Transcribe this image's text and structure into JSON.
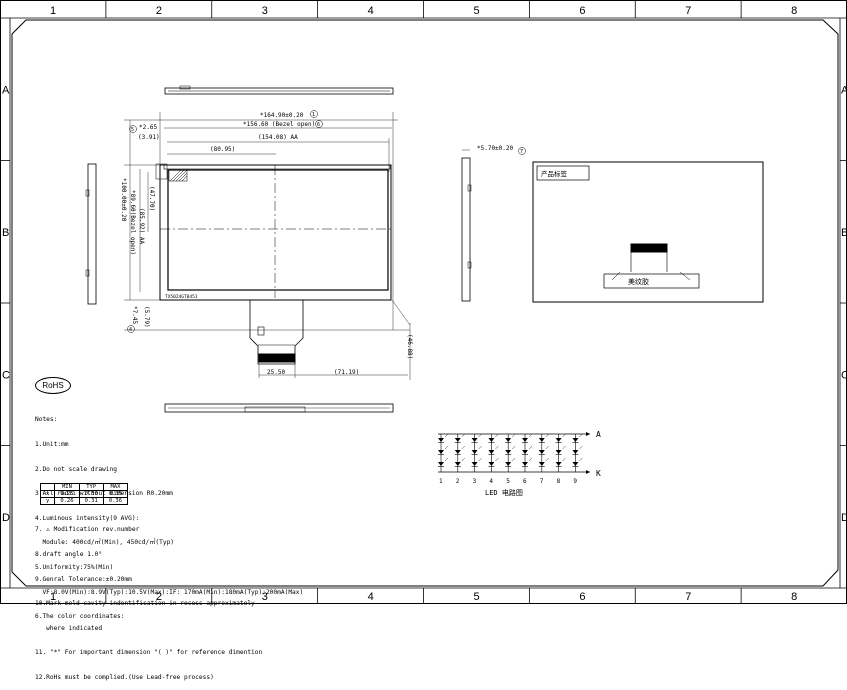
{
  "frame": {
    "columns": [
      "1",
      "2",
      "3",
      "4",
      "5",
      "6",
      "7",
      "8"
    ],
    "rows": [
      "A",
      "B",
      "C",
      "D"
    ]
  },
  "dimensions": {
    "outline_width": "*164.90±0.20",
    "outline_circle": "1",
    "bezel_open": "*156.60 (Bezel open)",
    "bezel_circle": "6",
    "active_area": "(154.08) AA",
    "half_width": "(80.95)",
    "left_margin_top": "*2.65",
    "left_margin_sub": "(3.91)",
    "left_circle": "5",
    "height_outline": "*100.00±0.20",
    "height_bezel": "*89.60(Bezel open)",
    "height_aa": "(85.92) AA",
    "half_height": "(47.70)",
    "bottom_margin_1": "(5.79)",
    "bottom_margin_2": "*7.45",
    "bottom_circle": "4",
    "thickness": "*5.70±0.20",
    "thickness_circle": "7",
    "fpc_width": "25.50",
    "fpc_offset": "(71.19)",
    "fpc_length": "(46.88)",
    "model": "TX5024GT0451"
  },
  "back_view": {
    "product_label": "产品标签",
    "adhesive_label": "美纹胶"
  },
  "rohs": "RoHS",
  "notes": [
    "Notes:",
    "1.Unit:mm",
    "2.Do not scale drawing",
    "3.All radii without dimension R0.20mm",
    "4.Luminous intensity(9 AVG):",
    "  Module: 400cd/㎡(Min), 450cd/㎡(Typ)",
    "5.Uniformity:75%(Min)",
    "  VF:8.0V(Min):8.9V(Typ):10.5V(Max):IF: 170mA(Min):180mA(Typ):200mA(Max)",
    "6.The color coordinates:"
  ],
  "color_table": {
    "headers": [
      "",
      "MIN",
      "TYP",
      "MAX"
    ],
    "rows": [
      [
        "x",
        "0.25",
        "0.30",
        "0.35"
      ],
      [
        "y",
        "0.26",
        "0.31",
        "0.36"
      ]
    ]
  },
  "notes_2": [
    "7. ⚠ Modification rev.number",
    "8.draft angle 1.0°",
    "9.Genral Tolerance:±0.20mm",
    "10.Mark mold cavity indentification in recess approximately",
    "   where indicated",
    "11. \"*\" For important dimension \"( )\" for reference dimention",
    "12.RoHs must be complied.(Use Lead-free process)"
  ],
  "led_circuit": {
    "anode": "A",
    "cathode": "K",
    "columns": [
      "1",
      "2",
      "3",
      "4",
      "5",
      "6",
      "7",
      "8",
      "9"
    ],
    "title": "LED 电路图"
  }
}
